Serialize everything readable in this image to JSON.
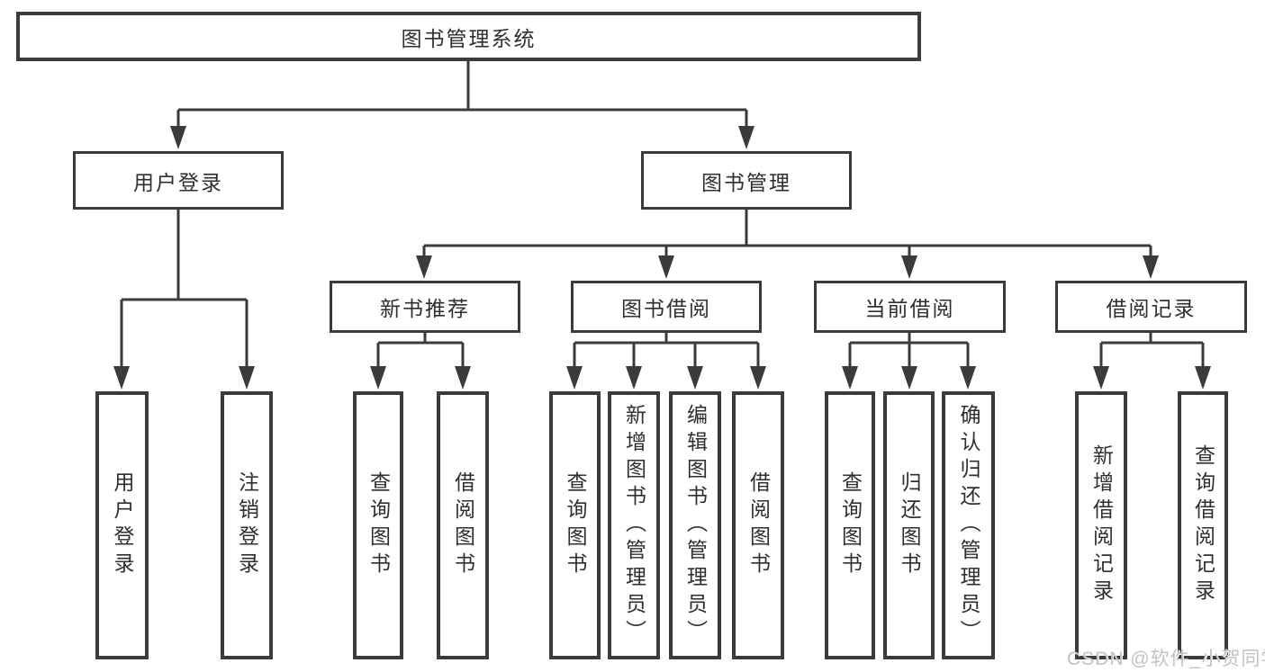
{
  "diagram": {
    "root": {
      "label": "图书管理系统"
    },
    "level2": [
      {
        "label": "用户登录"
      },
      {
        "label": "图书管理"
      }
    ],
    "level3": [
      {
        "label": "新书推荐"
      },
      {
        "label": "图书借阅"
      },
      {
        "label": "当前借阅"
      },
      {
        "label": "借阅记录"
      }
    ],
    "leaves": [
      {
        "label": "用户登录"
      },
      {
        "label": "注销登录"
      },
      {
        "label": "查询图书"
      },
      {
        "label": "借阅图书"
      },
      {
        "label": "查询图书"
      },
      {
        "label": "新增图书（管理员）"
      },
      {
        "label": "编辑图书（管理员）"
      },
      {
        "label": "借阅图书"
      },
      {
        "label": "查询图书"
      },
      {
        "label": "归还图书"
      },
      {
        "label": "确认归还（管理员）"
      },
      {
        "label": "新增借阅记录"
      },
      {
        "label": "查询借阅记录"
      }
    ]
  },
  "watermark": {
    "text": "CSDN @软件_小贺同学",
    "color": "#c2c2c2"
  },
  "colors": {
    "line": "#3b3b3b",
    "text": "#2f2f2f",
    "background": "#ffffff"
  }
}
